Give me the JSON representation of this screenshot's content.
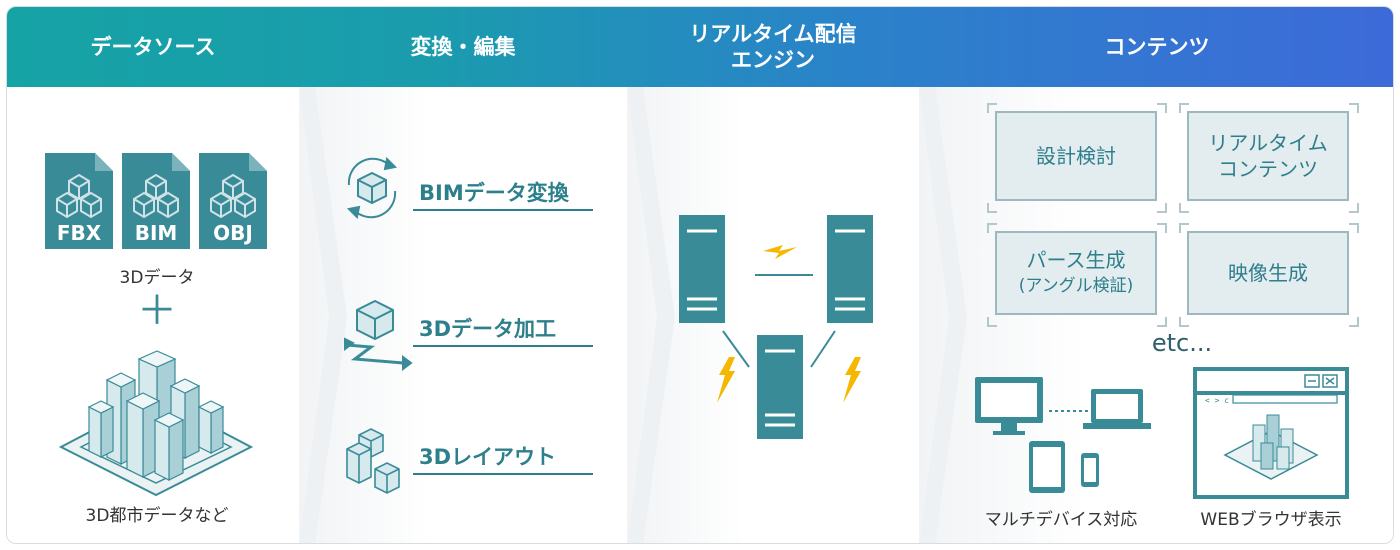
{
  "headers": {
    "data_source": "データソース",
    "convert_edit": "変換・編集",
    "engine_line1": "リアルタイム配信",
    "engine_line2": "エンジン",
    "contents": "コンテンツ"
  },
  "data_source": {
    "files": [
      "FBX",
      "BIM",
      "OBJ"
    ],
    "files_caption": "3Dデータ",
    "plus": "＋",
    "city_caption": "3D都市データなど"
  },
  "steps": [
    {
      "label": "BIMデータ変換"
    },
    {
      "label": "3Dデータ加工"
    },
    {
      "label": "3Dレイアウト"
    }
  ],
  "contents": {
    "boxes": {
      "design": "設計検討",
      "realtime_line1": "リアルタイム",
      "realtime_line2": "コンテンツ",
      "perspective": "パース生成",
      "perspective_sub": "(アングル検証)",
      "video": "映像生成"
    },
    "etc": "etc...",
    "multidevice": "マルチデバイス対応",
    "web": "WEBブラウザ表示"
  },
  "colors": {
    "teal_dark": "#2e7f8c",
    "teal_icon": "#3a8b98",
    "header_start": "#16a3a5",
    "header_end": "#3d6ad9",
    "bolt": "#f5b700"
  }
}
